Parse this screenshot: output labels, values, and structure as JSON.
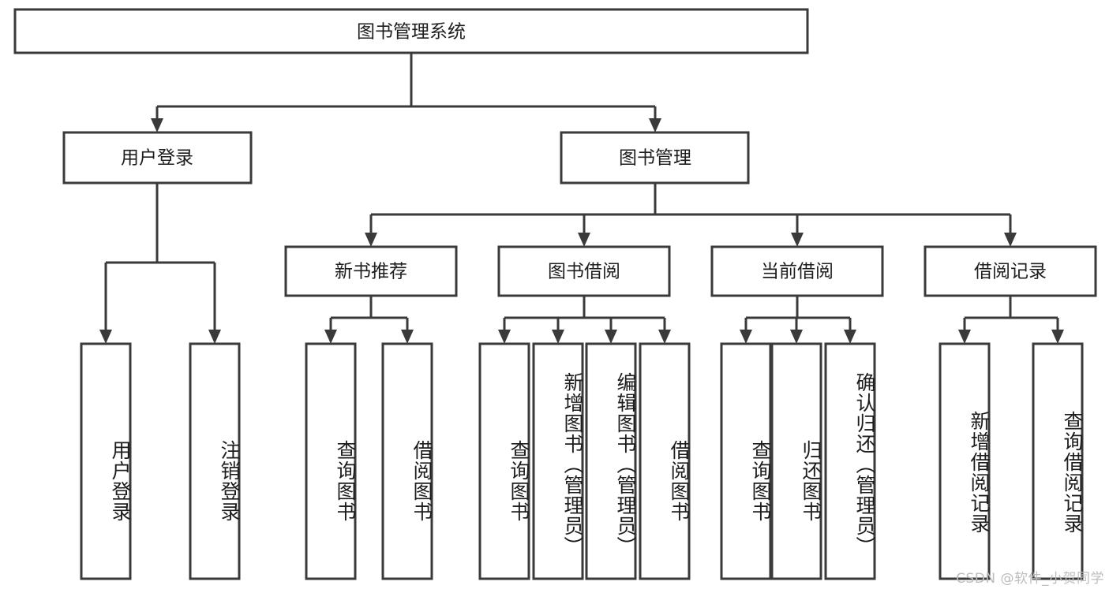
{
  "diagram": {
    "type": "tree",
    "title": "图书管理系统",
    "orientation": "top-down",
    "watermark": "CSDN @软件_小贺同学",
    "colors": {
      "box_stroke": "#3a3a3a",
      "box_fill": "#ffffff",
      "connector": "#3a3a3a",
      "text": "#1d1d1d",
      "watermark": "#bdbdbd",
      "background": "#ffffff"
    },
    "root": {
      "label": "图书管理系统"
    },
    "level2": [
      {
        "label": "用户登录"
      },
      {
        "label": "图书管理"
      }
    ],
    "level3": [
      {
        "label": "新书推荐"
      },
      {
        "label": "图书借阅"
      },
      {
        "label": "当前借阅"
      },
      {
        "label": "借阅记录"
      }
    ],
    "leaves": {
      "user_login": [
        {
          "label": "用户登录"
        },
        {
          "label": "注销登录"
        }
      ],
      "new_book_recommend": [
        {
          "label": "查询图书"
        },
        {
          "label": "借阅图书"
        }
      ],
      "book_borrow": [
        {
          "label": "查询图书"
        },
        {
          "label": "新增图书（管理员）"
        },
        {
          "label": "编辑图书（管理员）"
        },
        {
          "label": "借阅图书"
        }
      ],
      "current_borrow": [
        {
          "label": "查询图书"
        },
        {
          "label": "归还图书"
        },
        {
          "label": "确认归还（管理员）"
        }
      ],
      "borrow_record": [
        {
          "label": "新增借阅记录"
        },
        {
          "label": "查询借阅记录"
        }
      ]
    }
  }
}
